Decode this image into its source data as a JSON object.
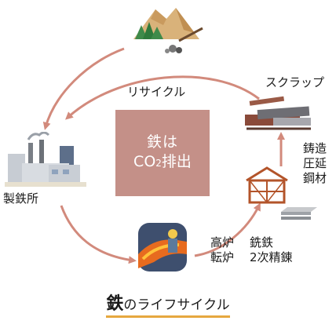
{
  "center": {
    "line1": "鉄は",
    "co": "CO",
    "sub": "2",
    "rest": "排出"
  },
  "labels": {
    "recycle": "リサイクル",
    "scrap": "スクラップ",
    "steelworks": "製鉄所",
    "products": [
      "鋳造",
      "圧延",
      "鋼材"
    ],
    "furnace": [
      "高炉",
      "転炉"
    ],
    "refining": [
      "銑鉄",
      "2次精錬"
    ]
  },
  "title": {
    "strong": "鉄",
    "rest": "のライフサイクル"
  },
  "icons": [
    "mountain-ore-icon",
    "steel-scrap-icon",
    "factory-icon",
    "furnace-worker-icon",
    "house-frame-icon",
    "steel-plate-icon"
  ],
  "colors": {
    "arrow": "#d28a7c",
    "center_box": "#c49088",
    "underline": "#e6a83f"
  }
}
